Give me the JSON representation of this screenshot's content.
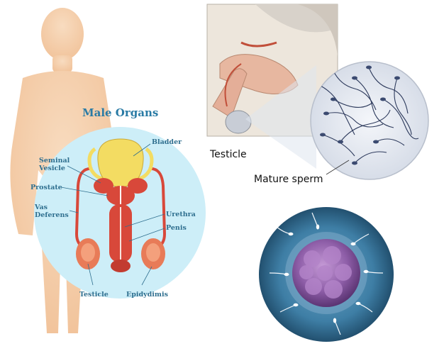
{
  "diagram": {
    "title": "Male Organs",
    "labels": {
      "bladder": "Bladder",
      "seminal_vesicle": "Seminal\nVesicle",
      "prostate": "Prostate",
      "vas_deferens": "Vas\nDeferens",
      "urethra": "Urethra",
      "penis": "Penis",
      "testicle": "Testicle",
      "epididymis": "Epidydimis"
    }
  },
  "cross_section": {
    "testicle_label": "Testicle",
    "sperm_label": "Mature sperm"
  },
  "colors": {
    "silhouette": "#f6d2b0",
    "organ_circle": "#cdeef8",
    "organ_red": "#d8483a",
    "bladder_yellow": "#f3dc62",
    "title_blue": "#2a7ba5",
    "label_blue": "#2f6f8f",
    "egg_purple": "#8e5ea8",
    "egg_bg_blue": "#4d8fb3"
  }
}
